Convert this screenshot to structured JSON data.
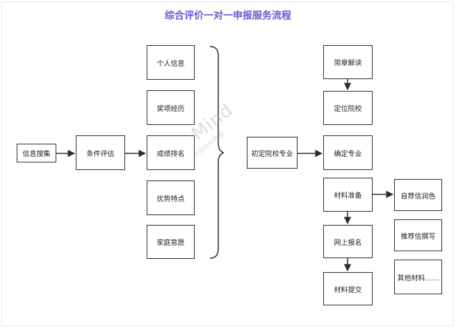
{
  "title": "综合评价一对一申报服务流程",
  "nodes": {
    "info_collect": "信息搜集",
    "condition_eval": "条件评估",
    "personal_info": "个人信息",
    "awards": "奖项经历",
    "grade_rank": "成绩排名",
    "strengths": "优势特点",
    "family_wish": "家庭意愿",
    "initial_school_major": "初定院校专业",
    "brochure_read": "简章解读",
    "target_school": "定位院校",
    "confirm_major": "确定专业",
    "material_prep": "材料准备",
    "self_rec_polish": "自荐信润色",
    "rec_letter_write": "推荐信撰写",
    "other_materials": "其他材料……",
    "online_apply": "网上报名",
    "material_submit": "材料提交"
  },
  "watermark": {
    "main": "WPS Mind",
    "sub": "WPS文档协作导图"
  },
  "colors": {
    "title": "#6a5acd",
    "stroke": "#2b2b2b",
    "watermark": "#b4b4b4"
  }
}
